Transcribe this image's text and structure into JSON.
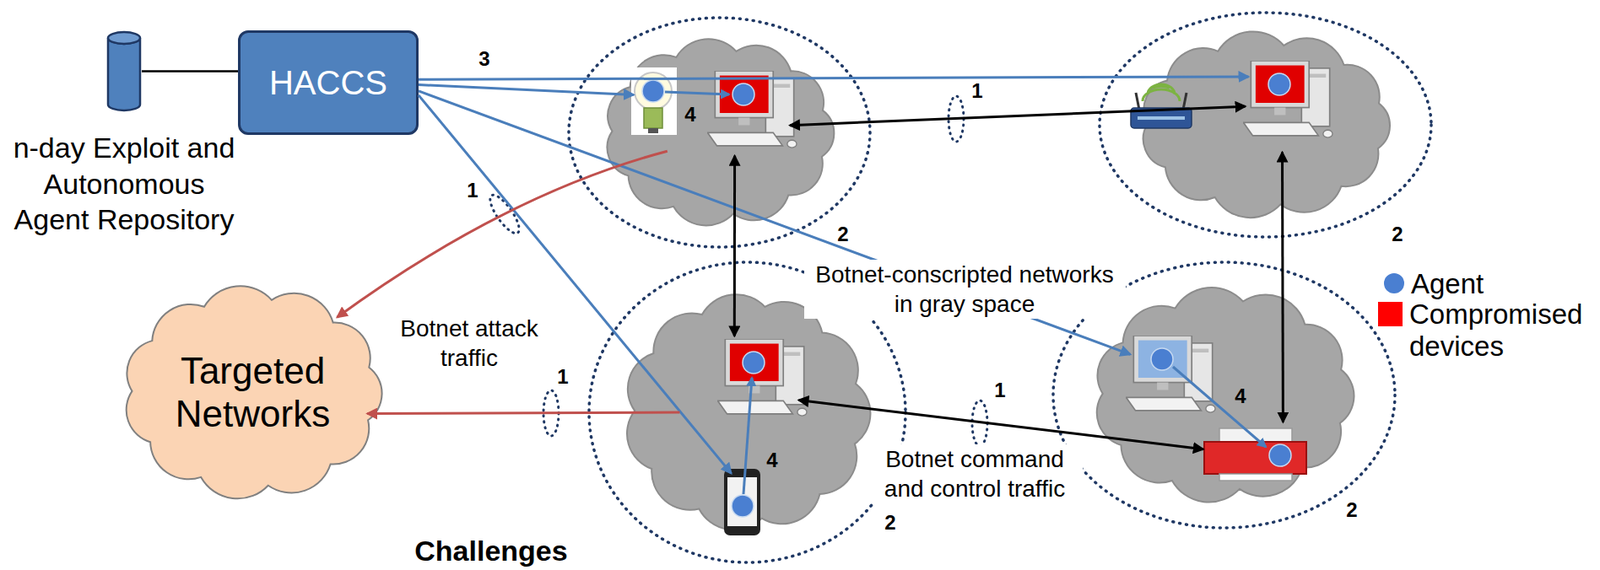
{
  "diagram": {
    "nodes": [
      {
        "text": [
          "n-day Exploit and Autonomous Agent Repository"
        ]
      },
      {
        "text": [
          "HACCS"
        ]
      },
      {
        "text": [
          "2"
        ]
      },
      {
        "text": [
          "2"
        ]
      },
      {
        "text": [
          "Targeted Networks"
        ]
      },
      {
        "text": [
          "2"
        ]
      },
      {
        "text": [
          "2"
        ]
      }
    ],
    "edges": [
      {
        "from": 0,
        "to": 1,
        "arrow": "none"
      },
      {
        "from": 1,
        "to": 3,
        "arrow": "to"
      },
      {
        "from": 1,
        "to": 2,
        "arrow": "to"
      },
      {
        "from": 1,
        "to": 6,
        "arrow": "to"
      },
      {
        "from": 1,
        "to": 5,
        "arrow": "to"
      },
      {
        "from": 2,
        "to": 3,
        "arrow": "both"
      },
      {
        "from": 2,
        "to": 5,
        "arrow": "both"
      },
      {
        "from": 3,
        "to": 6,
        "arrow": "both"
      },
      {
        "from": 5,
        "to": 6,
        "arrow": "both"
      },
      {
        "from": 2,
        "to": 4,
        "arrow": "to"
      },
      {
        "from": 5,
        "to": 4,
        "arrow": "to"
      }
    ],
    "labels": [
      "3",
      "4",
      "1",
      "1",
      "Botnet attack traffic",
      "Botnet-conscripted networks in gray space",
      "1",
      "1",
      "4",
      "4",
      "Botnet command and control traffic",
      "Challenges"
    ],
    "legend": [
      {
        "text": "Agent",
        "color": "#4a7fd1"
      },
      {
        "text": "Compromised devices",
        "color": "#ff0000"
      }
    ]
  }
}
